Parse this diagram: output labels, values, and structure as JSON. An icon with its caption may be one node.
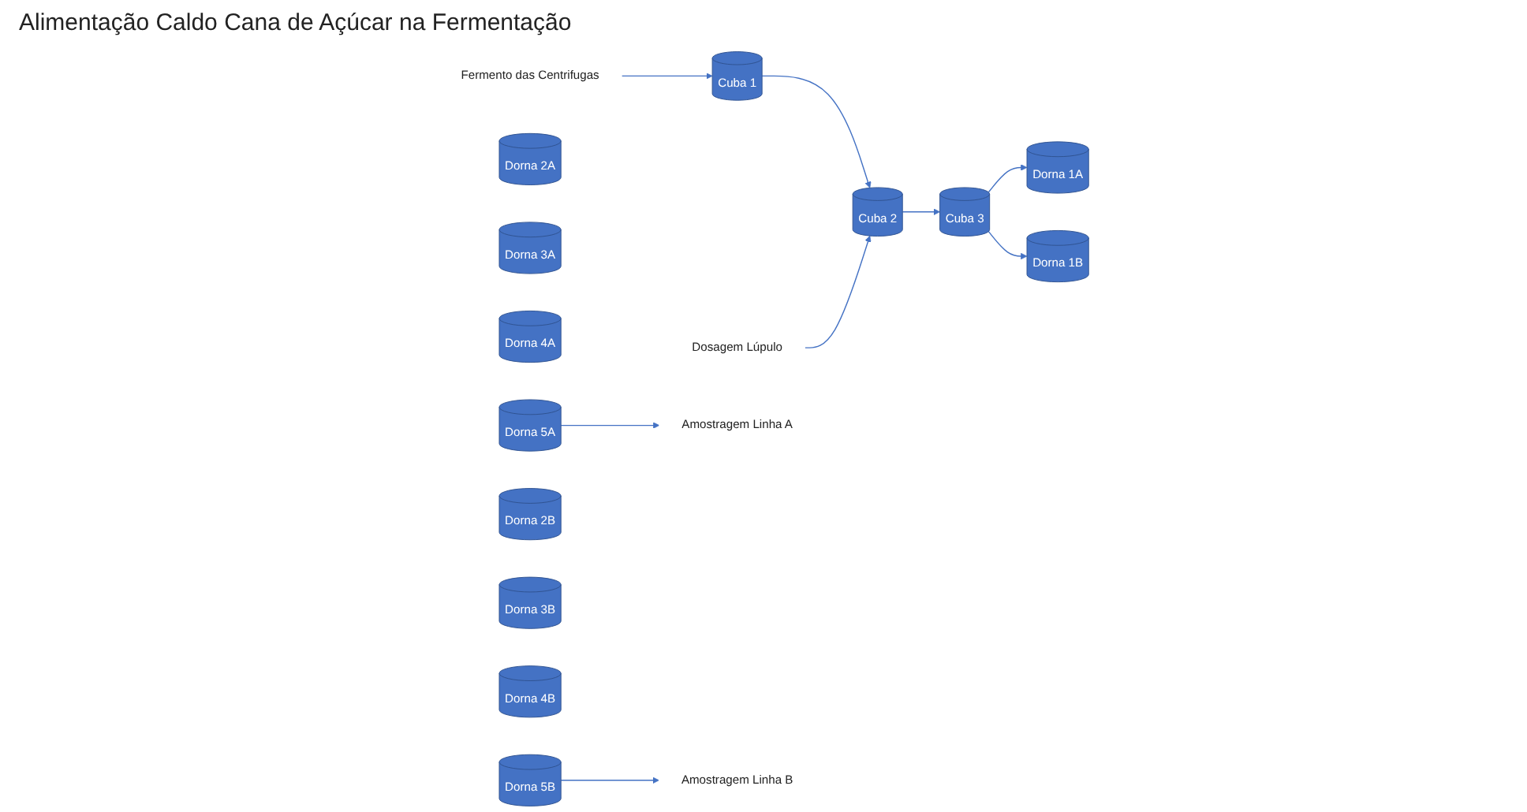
{
  "diagram": {
    "nodes": [
      {
        "text": [
          "Dosagem Lúpulo"
        ]
      },
      {
        "text": [
          "Fermento das Centrifugas"
        ]
      },
      {
        "text": [
          "Cuba 1"
        ]
      },
      {
        "text": [
          "Cuba 2"
        ]
      },
      {
        "text": [
          "Cuba 3"
        ]
      },
      {
        "text": [
          "Dorna 1A"
        ]
      },
      {
        "text": [
          "Dorna 2A"
        ]
      },
      {
        "text": [
          "Dorna 3A"
        ]
      },
      {
        "text": [
          "Dorna 4A"
        ]
      },
      {
        "text": [
          "Dorna 5A"
        ]
      },
      {
        "text": [
          "Amostragem Linha A"
        ]
      },
      {
        "text": [
          "Dorna 1B"
        ]
      },
      {
        "text": [
          "Dorna 2B"
        ]
      },
      {
        "text": [
          "Dorna 3B"
        ]
      },
      {
        "text": [
          "Dorna 4B"
        ]
      },
      {
        "text": [
          "Dorna 5B"
        ]
      },
      {
        "text": [
          "Amostragem Linha B"
        ]
      }
    ],
    "edges": [
      {
        "from": 1,
        "to": 2,
        "arrow": "to"
      },
      {
        "from": 2,
        "to": 3,
        "arrow": "to"
      },
      {
        "from": 3,
        "to": 4,
        "arrow": "to"
      },
      {
        "from": 0,
        "to": 3,
        "arrow": "to"
      },
      {
        "from": 4,
        "to": 5,
        "arrow": "to"
      },
      {
        "from": 4,
        "to": 11,
        "arrow": "to"
      },
      {
        "from": 9,
        "to": 10,
        "arrow": "to"
      },
      {
        "from": 15,
        "to": 16,
        "arrow": "to"
      }
    ],
    "labels": [
      "Alimentação Caldo Cana de Açúcar na Fermentação"
    ]
  }
}
